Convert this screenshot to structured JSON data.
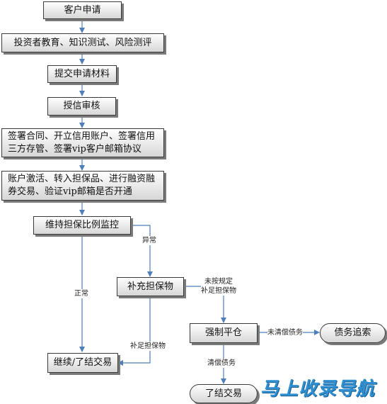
{
  "nodes": {
    "apply": "客户申请",
    "education": "投资者教育、知识测试、风险测评",
    "submit": "提交申请材料",
    "credit": "授信审核",
    "sign_line1": "签署合同、开立信用账户、签署信用",
    "sign_line2": "三方存管、签署vip客户邮箱协议",
    "activate_line1": "账户激活、转入担保品、进行融资融",
    "activate_line2": "券交易、验证vip邮箱是否开通",
    "monitor": "维持担保比例监控",
    "topup": "补充担保物",
    "liquidate": "强制平仓",
    "debt_chase": "债务追索",
    "continue": "继续/了结交易",
    "close": "了结交易"
  },
  "edges": {
    "abnormal": "异常",
    "normal": "正常",
    "not_topup_line1": "未按规定",
    "not_topup_line2": "补足担保物",
    "topup_done": "补足担保物",
    "not_repaid": "未清偿债务",
    "repaid": "清偿债务"
  },
  "watermark": "马上收录导航",
  "colors": {
    "arrow": "#4f7fb8",
    "border": "#3a3a3a",
    "watermark": "#2f8fd0"
  }
}
